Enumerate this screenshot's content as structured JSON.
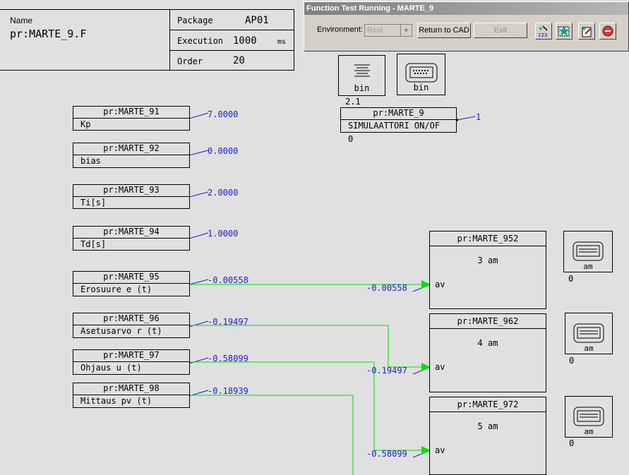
{
  "header": {
    "name_label": "Name",
    "name_value": "pr:MARTE_9.F",
    "package_label": "Package",
    "package_value": "AP01",
    "execution_label": "Execution",
    "execution_value": "1000",
    "execution_unit": "ms",
    "order_label": "Order",
    "order_value": "20"
  },
  "dialog": {
    "title": "Function Test Running - MARTE_9",
    "env_label": "Environment:",
    "env_value": "Real",
    "return_button": "Return to CAD",
    "exit_button": "Exit"
  },
  "bin_left": {
    "label": "bin"
  },
  "bin_right": {
    "label": "bin"
  },
  "bin_num": "2.1",
  "sim_block": {
    "title": "pr:MARTE_9",
    "sub": "SIMULAATTORI ON/OF",
    "output": "1",
    "zero": "0"
  },
  "params": [
    {
      "title": "pr:MARTE_91",
      "sub": "Kp",
      "value": "7.0000"
    },
    {
      "title": "pr:MARTE_92",
      "sub": "bias",
      "value": "0.0000"
    },
    {
      "title": "pr:MARTE_93",
      "sub": "Ti[s]",
      "value": "2.0000"
    },
    {
      "title": "pr:MARTE_94",
      "sub": "Td[s]",
      "value": "1.0000"
    },
    {
      "title": "pr:MARTE_95",
      "sub": "Erosuure e (t)",
      "value": "-0.00558"
    },
    {
      "title": "pr:MARTE_96",
      "sub": "Asetusarvo r (t)",
      "value": "-0.19497"
    },
    {
      "title": "pr:MARTE_97",
      "sub": "Ohjaus u (t)",
      "value": "-0.58099"
    },
    {
      "title": "pr:MARTE_98",
      "sub": "Mittaus pv (t)",
      "value": "-0.18939"
    }
  ],
  "displays": [
    {
      "title": "pr:MARTE_952",
      "mid": "3 am",
      "input_label": "av",
      "input_value": "-0.00558",
      "am_label": "am",
      "zero": "0"
    },
    {
      "title": "pr:MARTE_962",
      "mid": "4 am",
      "input_label": "av",
      "input_value": "-0.19497",
      "am_label": "am",
      "zero": "0"
    },
    {
      "title": "pr:MARTE_972",
      "mid": "5 am",
      "input_label": "av",
      "input_value": "-0.58099",
      "am_label": "am",
      "zero": "0"
    }
  ],
  "colors": {
    "wire": "#00e000",
    "value": "#2020d0",
    "background": "#e0e0e0"
  }
}
